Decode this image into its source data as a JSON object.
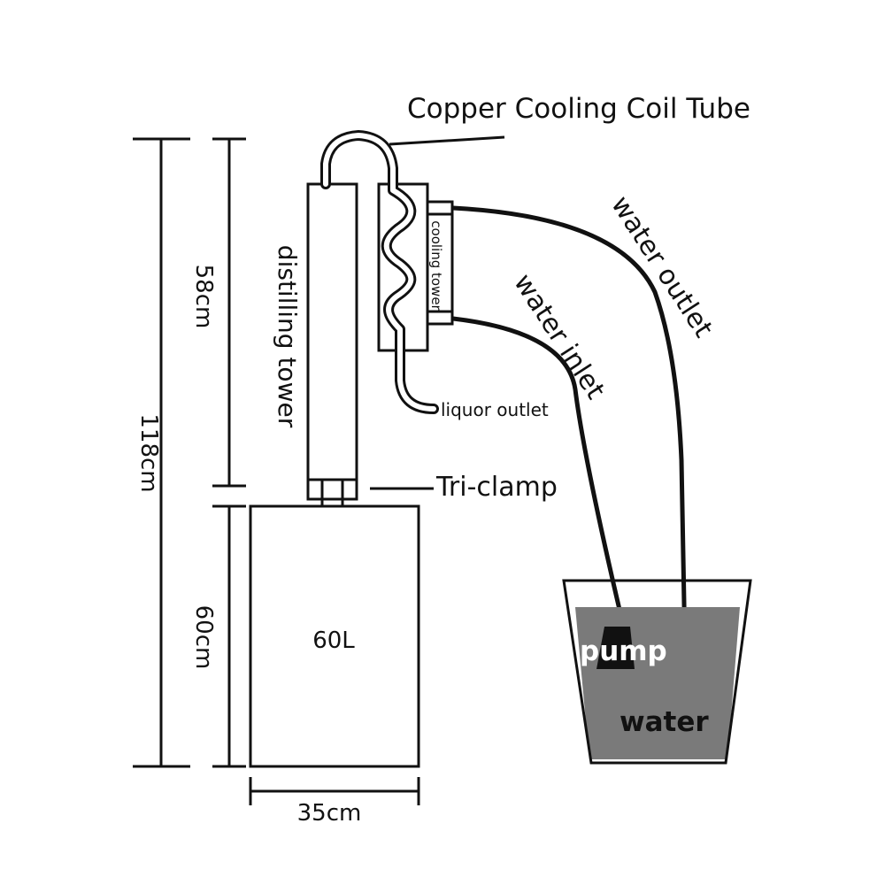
{
  "labels": {
    "coil_title": "Copper Cooling Coil Tube",
    "distilling_tower": "distilling tower",
    "cooling_tower": "cooling tower",
    "liquor_outlet": "liquor outlet",
    "water_inlet": "water inlet",
    "water_outlet": "water outlet",
    "tri_clamp": "Tri-clamp",
    "tank_volume": "60L",
    "pump": "pump",
    "water": "water"
  },
  "dimensions": {
    "total_height": "118cm",
    "tower_height": "58cm",
    "tank_height": "60cm",
    "tank_width": "35cm"
  },
  "colors": {
    "line": "#111111",
    "water_fill": "#7a7a7a",
    "background": "#ffffff"
  }
}
